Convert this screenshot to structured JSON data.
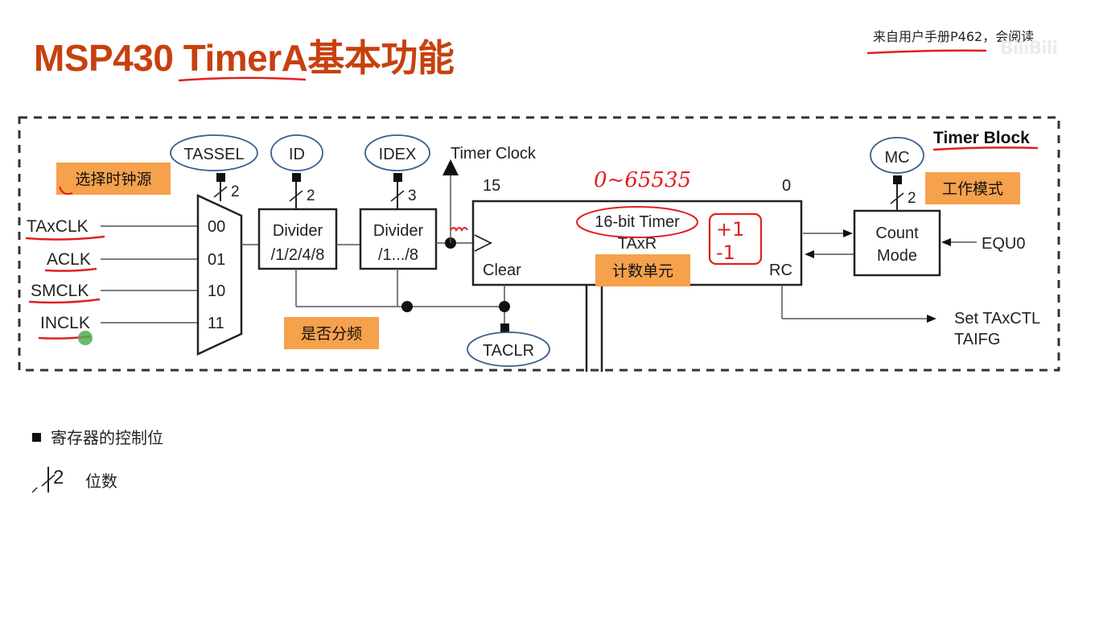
{
  "slide": {
    "title": "MSP430 TimerA基本功能",
    "source_note": "来自用户手册P462，会阅读",
    "watermark": "BiliBili"
  },
  "diagram": {
    "block_label": "Timer Block",
    "inputs": [
      "TAxCLK",
      "ACLK",
      "SMCLK",
      "INCLK"
    ],
    "mux_codes": [
      "00",
      "01",
      "10",
      "11"
    ],
    "control_bits": {
      "tassel": "TASSEL",
      "id": "ID",
      "idex": "IDEX",
      "mc": "MC",
      "taclr": "TACLR"
    },
    "bus_widths": {
      "tassel": "2",
      "id": "2",
      "idex": "3",
      "mc": "2"
    },
    "divider1": {
      "line1": "Divider",
      "line2": "/1/2/4/8"
    },
    "divider2": {
      "line1": "Divider",
      "line2": "/1.../8"
    },
    "timer_clock": "Timer Clock",
    "bit_high": "15",
    "bit_low": "0",
    "timer": {
      "name": "16-bit Timer",
      "reg": "TAxR",
      "clear": "Clear",
      "rc": "RC"
    },
    "count_mode": {
      "line1": "Count",
      "line2": "Mode"
    },
    "equ0": "EQU0",
    "set_flag": {
      "line1": "Set TAxCTL",
      "line2": "TAIFG"
    }
  },
  "annotations": {
    "select_clock": "选择时钟源",
    "divide_or_not": "是否分频",
    "count_unit": "计数单元",
    "work_mode": "工作模式",
    "range": "0~65535",
    "plus_one": "+1",
    "minus_one": "-1"
  },
  "legend": {
    "control_bits": "寄存器的控制位",
    "bits_example_num": "2",
    "bits": "位数"
  },
  "colors": {
    "title": "#c8400e",
    "annotation_bg": "#f6a14c",
    "handwriting": "#e02020",
    "ellipse": "#3a5d8f"
  }
}
